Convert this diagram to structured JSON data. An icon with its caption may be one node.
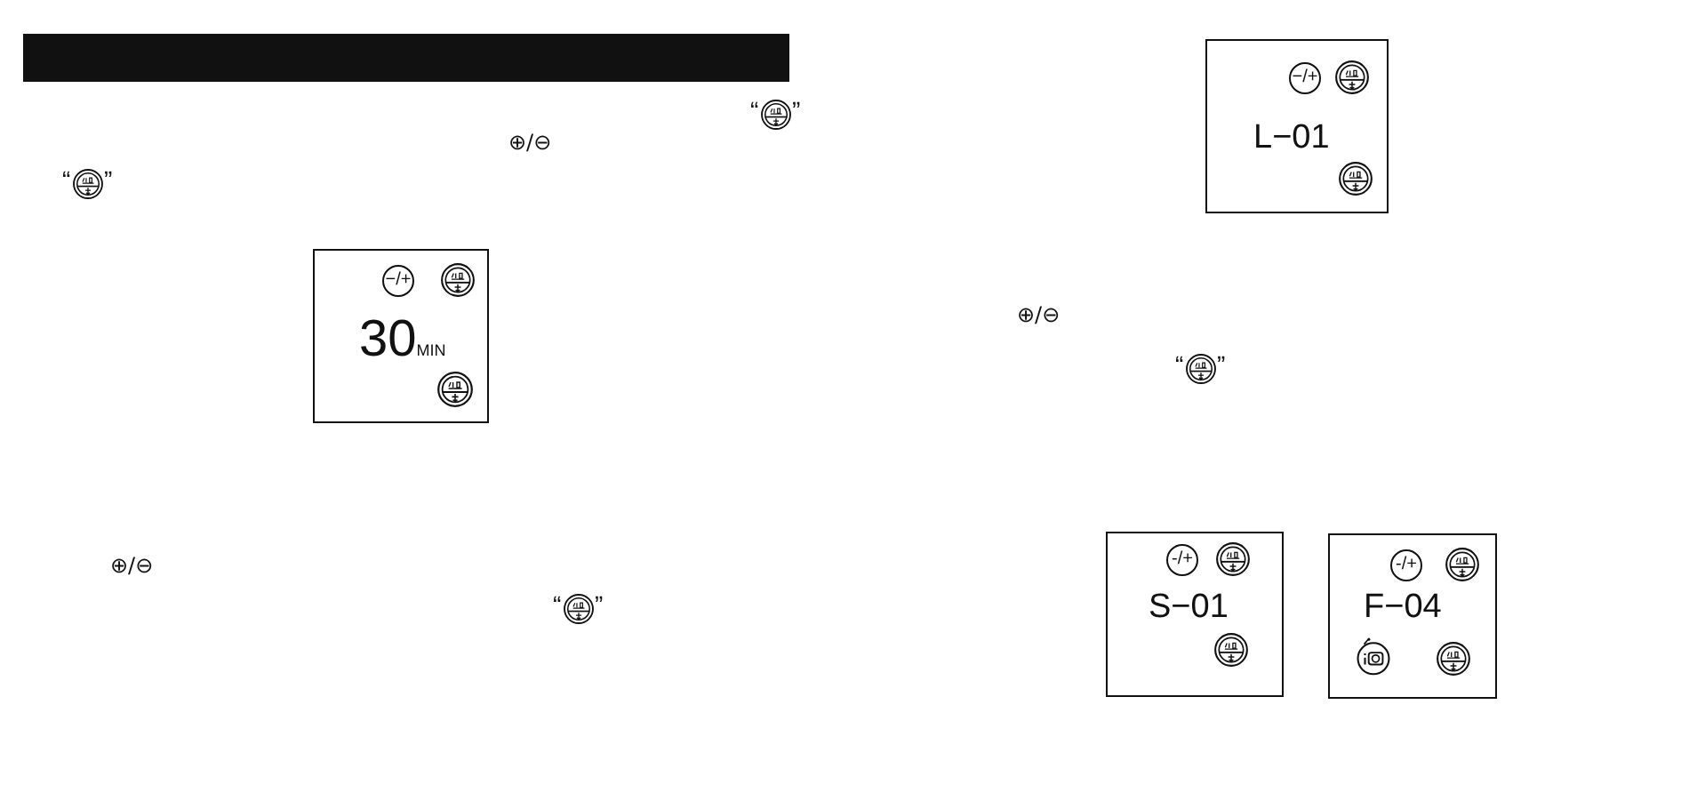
{
  "diagram": {
    "nodes": [
      {
        "text": [
          "30",
          "MIN"
        ]
      },
      {
        "text": [
          "−/+"
        ],
        "in": 0
      },
      {
        "text": [
          "L−01"
        ]
      },
      {
        "text": [
          "−/+"
        ],
        "in": 2
      },
      {
        "text": [
          "S−01"
        ]
      },
      {
        "text": [
          "-/+"
        ],
        "in": 4
      },
      {
        "text": [
          "F−04"
        ]
      },
      {
        "text": [
          "-/+"
        ],
        "in": 6
      }
    ],
    "labels": [
      "“",
      "”",
      "⊕/⊖",
      "“",
      "”",
      "⊕/⊖",
      "“",
      "”",
      "⊕/⊖",
      "“",
      "”"
    ]
  }
}
